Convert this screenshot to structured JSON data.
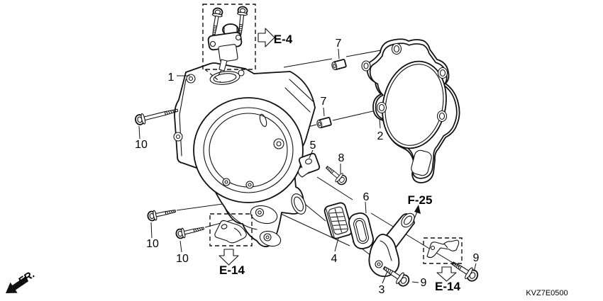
{
  "diagram": {
    "code": "KVZ7E0500",
    "orientation": {
      "front_label": "FR."
    },
    "references": {
      "e4": {
        "label": "E-4"
      },
      "e14_left": {
        "label": "E-14"
      },
      "e14_right": {
        "label": "E-14"
      },
      "f25": {
        "label": "F-25"
      }
    },
    "callouts": {
      "c1": {
        "label": "1"
      },
      "c2": {
        "label": "2"
      },
      "c3": {
        "label": "3"
      },
      "c4": {
        "label": "4"
      },
      "c5": {
        "label": "5"
      },
      "c6": {
        "label": "6"
      },
      "c7a": {
        "label": "7"
      },
      "c7b": {
        "label": "7"
      },
      "c8": {
        "label": "8"
      },
      "c9a": {
        "label": "9"
      },
      "c9b": {
        "label": "9"
      },
      "c10a": {
        "label": "10"
      },
      "c10b": {
        "label": "10"
      },
      "c10c": {
        "label": "10"
      }
    },
    "colors": {
      "line": "#111111",
      "background": "#ffffff"
    }
  }
}
